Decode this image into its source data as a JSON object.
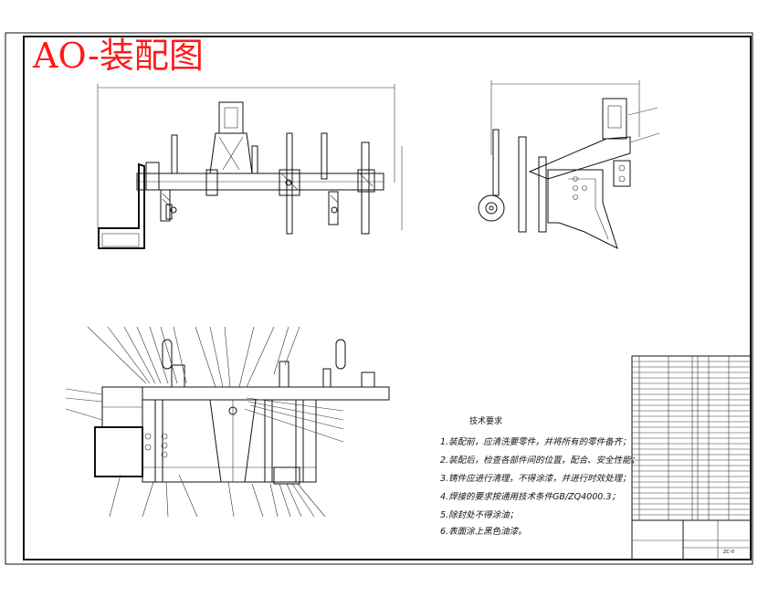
{
  "drawing": {
    "title": "AO-装配图"
  },
  "technical_requirements": {
    "heading": "技术要求",
    "items": [
      "1.装配前，应清洗要零件，并将所有的零件备齐；",
      "2.装配后，检查各部件间的位置，配合、安全性能；",
      "3.铸件应进行清理，不得涂漆，并进行时效处理；",
      "4.焊接的要求按通用技术条件GB/ZQ4000.3；",
      "5.除封处不得涂油；",
      "6.表面涂上黑色油漆。"
    ]
  },
  "title_block": {
    "drawing_no": "ZC-0"
  },
  "colors": {
    "title": "#ff1a1a",
    "line": "#111111",
    "background": "#ffffff"
  }
}
